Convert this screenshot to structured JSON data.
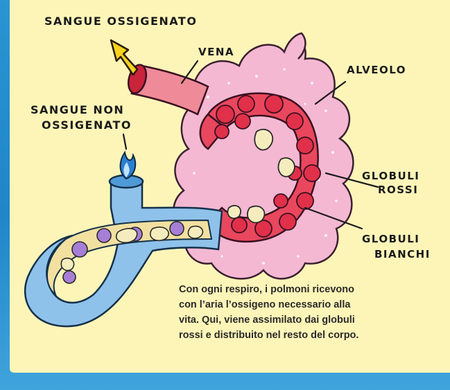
{
  "labels": {
    "oxygenated": "SANGUE OSSIGENATO",
    "vein": "VENA",
    "alveolus": "ALVEOLO",
    "deoxygenated_line1": "SANGUE NON",
    "deoxygenated_line2": "OSSIGENATO",
    "red_cells_line1": "GLOBULI",
    "red_cells_line2": "ROSSI",
    "white_cells_line1": "GLOBULI",
    "white_cells_line2": "BIANCHI"
  },
  "caption": {
    "line1": "Con ogni respiro, i polmoni ricevono",
    "line2": "con l’aria l’ossigeno necessario alla",
    "line3": "vita. Qui, viene assimilato dai globuli",
    "line4": "rossi e distribuito nel resto del corpo."
  },
  "colors": {
    "background_blue": "#1f86c8",
    "panel_yellow": "#fdf5b8",
    "vein_blue": "#8fc2ea",
    "alveolus_pink": "#f4b8d2",
    "vessel_red": "#e0304a",
    "arrow_yellow": "#f6d21e"
  }
}
